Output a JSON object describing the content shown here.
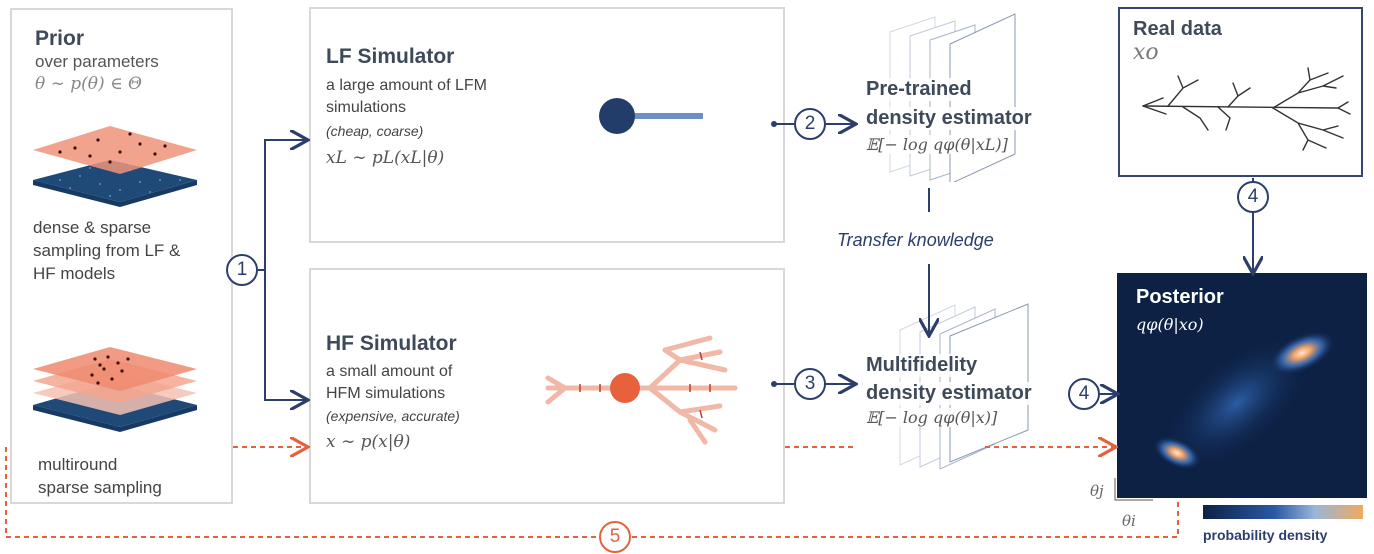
{
  "prior": {
    "title": "Prior",
    "subtitle": "over parameters",
    "formula": "θ ∼ p(θ) ∈ Θ",
    "dense_caption": [
      "dense & sparse",
      "sampling from LF &",
      "HF models"
    ],
    "multiround_caption": [
      "multiround",
      "sparse sampling"
    ]
  },
  "lf": {
    "title": "LF Simulator",
    "desc": [
      "a large amount of LFM",
      "simulations"
    ],
    "note": "(cheap, coarse)",
    "formula": "xL ∼ pL(xL|θ)"
  },
  "hf": {
    "title": "HF Simulator",
    "desc": [
      "a small amount of",
      "HFM simulations"
    ],
    "note": "(expensive, accurate)",
    "formula": "x ∼ p(x|θ)"
  },
  "pretrained": {
    "title": [
      "Pre-trained",
      "density estimator"
    ],
    "formula": "𝔼[− log qφ(θ|xL)]"
  },
  "multifidelity": {
    "title": [
      "Multifidelity",
      "density estimator"
    ],
    "formula": "𝔼[− log qφ(θ|x)]"
  },
  "transfer_label": "Transfer knowledge",
  "real_data": {
    "title": "Real data",
    "formula": "xo"
  },
  "posterior": {
    "title": "Posterior",
    "formula": "qφ(θ|xo)"
  },
  "axes": {
    "y": "θj",
    "x": "θi"
  },
  "colorbar_label": "probability density",
  "steps": [
    "1",
    "2",
    "3",
    "4",
    "4",
    "5"
  ],
  "colors": {
    "navy": "#2c3e6b",
    "orange": "#e5623f",
    "posterior_bg": "#0d2145"
  }
}
